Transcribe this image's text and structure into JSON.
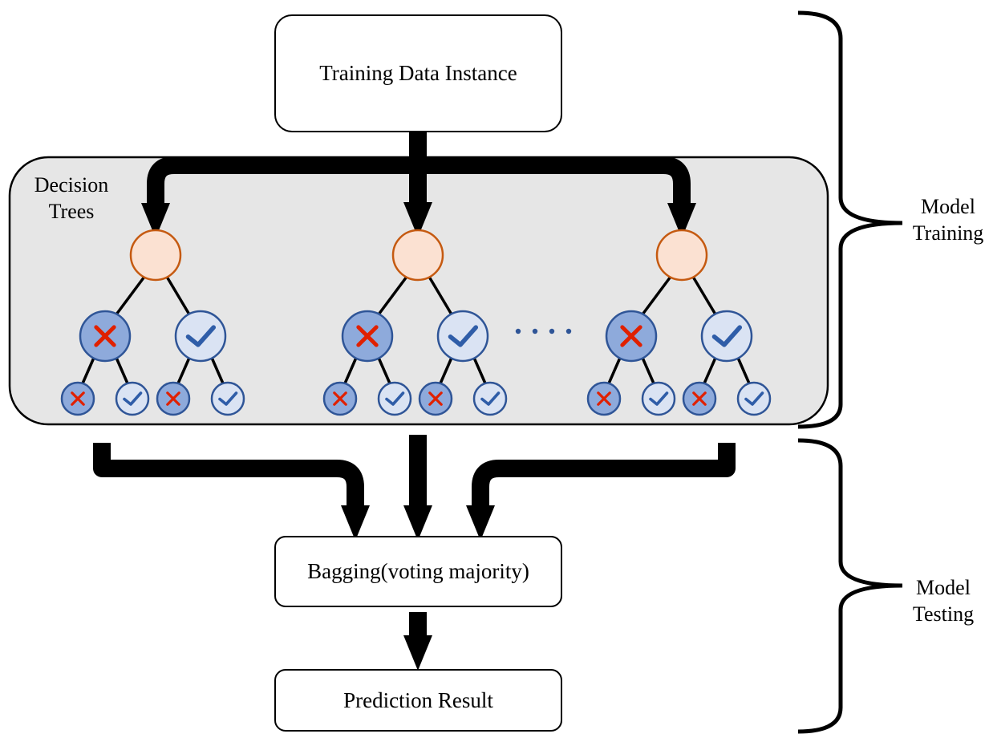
{
  "boxes": {
    "training_data": "Training Data Instance",
    "bagging": "Bagging(voting majority)",
    "prediction": "Prediction Result"
  },
  "panel": {
    "line1": "Decision",
    "line2": "Trees"
  },
  "phases": {
    "training_line1": "Model",
    "training_line2": "Training",
    "testing_line1": "Model",
    "testing_line2": "Testing"
  },
  "colors": {
    "panel_fill": "#e6e6e6",
    "root_fill": "#fbe1d2",
    "root_stroke": "#c55a11",
    "wrong_fill": "#8eaadb",
    "right_fill": "#dae3f3",
    "node_stroke": "#2f5597",
    "cross": "#e02000",
    "check": "#2f5da8"
  },
  "trees": [
    {
      "name": "tree-1",
      "children": [
        "wrong",
        "right"
      ],
      "leaves": [
        "wrong",
        "right",
        "wrong",
        "right"
      ]
    },
    {
      "name": "tree-2",
      "children": [
        "wrong",
        "right"
      ],
      "leaves": [
        "wrong",
        "right",
        "wrong",
        "right"
      ]
    },
    {
      "name": "tree-3",
      "children": [
        "wrong",
        "right"
      ],
      "leaves": [
        "wrong",
        "right",
        "wrong",
        "right"
      ]
    }
  ]
}
